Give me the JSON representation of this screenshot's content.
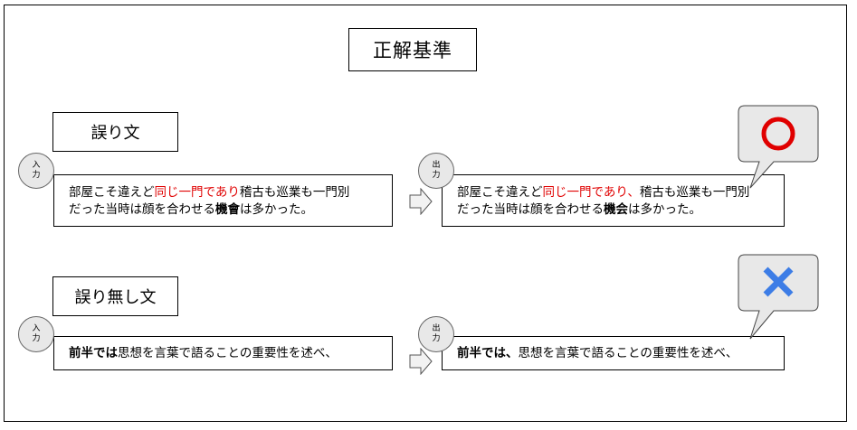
{
  "title": "正解基準",
  "erroneous_label": "誤り文",
  "error_free_label": "誤り無し文",
  "badges": {
    "input_line1": "入",
    "input_line2": "力",
    "output_line1": "出",
    "output_line2": "力"
  },
  "ex1": {
    "input": {
      "pre": "部屋こそ違えど",
      "red": "同じ一門であり",
      "post": "稽古も巡業も一門別",
      "line2_pre": "だった当時は顔を合わせる",
      "line2_bold": "機會",
      "line2_post": "は多かった。"
    },
    "output": {
      "pre": "部屋こそ違えど",
      "red": "同じ一門であり、",
      "post": "稽古も巡業も一門別",
      "line2_pre": "だった当時は顔を合わせる",
      "line2_bold": "機会",
      "line2_post": "は多かった。"
    },
    "verdict": "correct-circle"
  },
  "ex2": {
    "input": {
      "bold": "前半では",
      "post": "思想を言葉で語ることの重要性を述べ、"
    },
    "output": {
      "bold": "前半では、",
      "post": "思想を言葉で語ることの重要性を述べ、"
    },
    "verdict": "incorrect-cross"
  },
  "colors": {
    "error_highlight": "#e00000",
    "circle_mark": "#e00000",
    "cross_mark": "#3d7de6",
    "callout_fill": "#e8e8e8"
  }
}
